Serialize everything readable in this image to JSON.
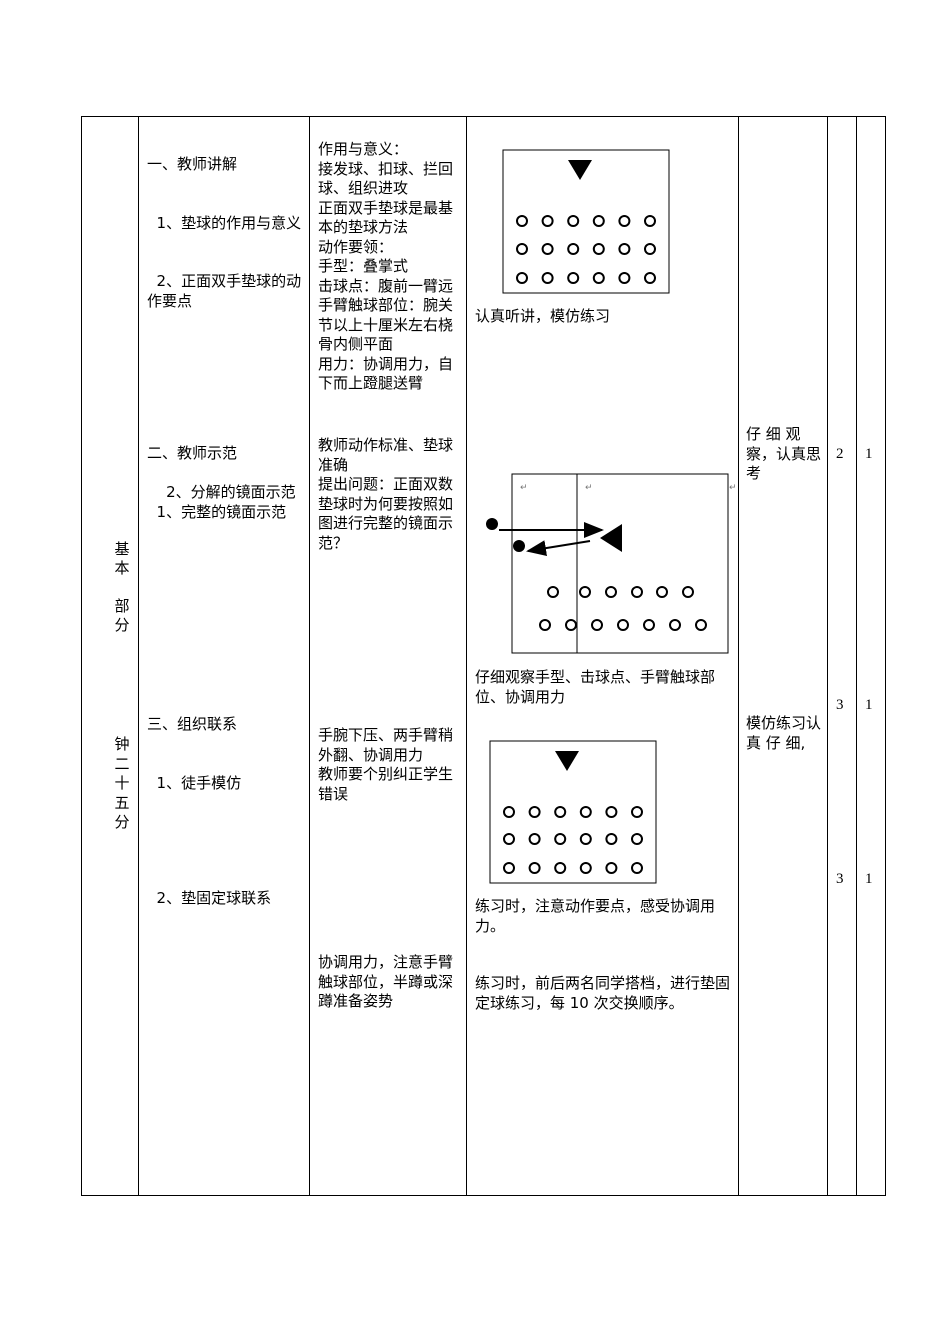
{
  "section": {
    "label_top": [
      "基",
      "本",
      "",
      "部",
      "分"
    ],
    "label_bottom": [
      "钟",
      "二",
      "十",
      "五",
      "分"
    ]
  },
  "content": {
    "teacher_explain": "一、教师讲解",
    "item_1": "  1、垫球的作用与意义",
    "item_2": "  2、正面双手垫球的动作要点",
    "teacher_demo": "二、教师示范",
    "demo_1": "  1、完整的镜面示范",
    "demo_2": "    2、分解的镜面示范",
    "organize": "三、组织联系",
    "practice_1": "  1、徒手模仿",
    "practice_2": "  2、垫固定球联系"
  },
  "notes": {
    "block_1": "作用与意义：\n接发球、扣球、拦回球、组织进攻\n正面双手垫球是最基本的垫球方法\n动作要领：\n手型：叠掌式\n击球点：腹前一臂远\n手臂触球部位：腕关节以上十厘米左右桡骨内侧平面\n用力：协调用力，自下而上蹬腿送臂",
    "block_2": "教师动作标准、垫球准确\n提出问题：正面双数垫球时为何要按照如图进行完整的镜面示范？",
    "block_3": "手腕下压、两手臂稍外翻、协调用力\n教师要个别纠正学生错误",
    "block_4": "协调用力，注意手臂触球部位，半蹲或深蹲准备姿势"
  },
  "organization": {
    "text_1": "认真听讲，模仿练习",
    "text_2": "仔细观察手型、击球点、手臂触球部位、协调用力",
    "text_3": "练习时，注意动作要点，感受协调用力。",
    "text_4": "练习时，前后两名同学搭档，进行垫固定球练习，每 10 次交换顺序。",
    "return_mark": "↵"
  },
  "student": {
    "text_1": "仔 细 观 察，认真思考",
    "text_2": "模仿练习认 真 仔 细,"
  },
  "counts": [
    {
      "times": "2",
      "groups": "1"
    },
    {
      "times": "3",
      "groups": "1"
    },
    {
      "times": "3",
      "groups": "1"
    }
  ]
}
